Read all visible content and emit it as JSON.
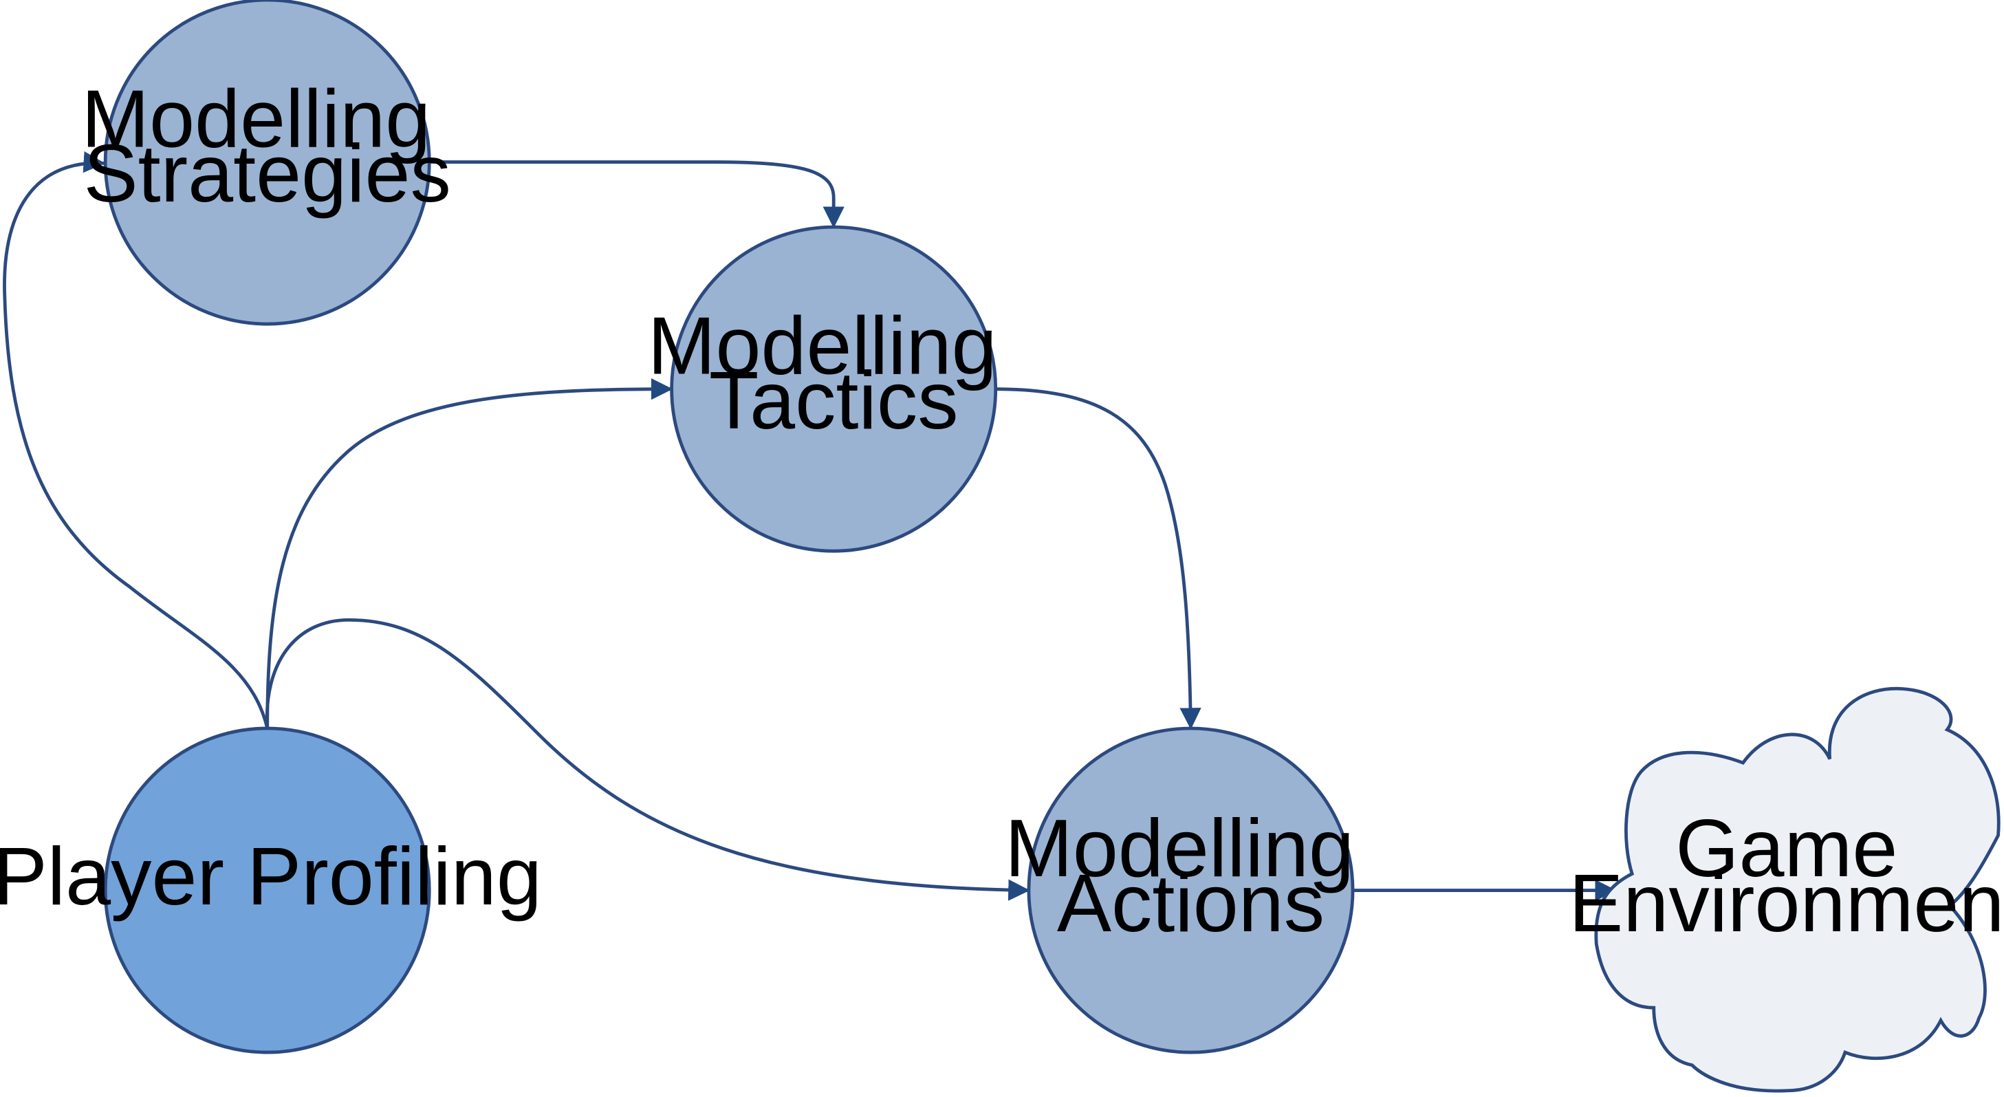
{
  "diagram": {
    "colors": {
      "node_fill": "#9ab3d2",
      "profile_fill": "#72a2da",
      "cloud_fill": "#edf1f6",
      "stroke": "#2c4a80",
      "arrow": "#224a80",
      "text": "#000000"
    },
    "nodes": {
      "strategies": {
        "line1": "Modelling",
        "line2": "Strategies"
      },
      "tactics": {
        "line1": "Modelling",
        "line2": "Tactics"
      },
      "actions": {
        "line1": "Modelling",
        "line2": "Actions"
      },
      "profiling": {
        "label": "Player Profiling"
      },
      "game_env": {
        "line1": "Game",
        "line2": "Environment"
      }
    },
    "edges": [
      {
        "from": "Player Profiling",
        "to": "Modelling Strategies"
      },
      {
        "from": "Player Profiling",
        "to": "Modelling Tactics"
      },
      {
        "from": "Player Profiling",
        "to": "Modelling Actions"
      },
      {
        "from": "Modelling Strategies",
        "to": "Modelling Tactics"
      },
      {
        "from": "Modelling Tactics",
        "to": "Modelling Actions"
      },
      {
        "from": "Modelling Actions",
        "to": "Game Environment"
      }
    ]
  }
}
